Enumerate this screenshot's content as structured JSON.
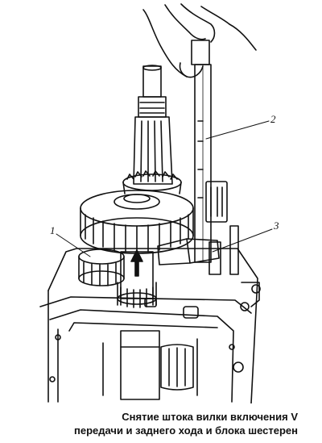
{
  "callouts": {
    "label_1": "1",
    "label_2": "2",
    "label_3": "3"
  },
  "caption": {
    "line1": "Снятие штока вилки включения V",
    "line2": "передачи и заднего хода и блока шестерен"
  },
  "colors": {
    "ink": "#111111",
    "paper": "#ffffff"
  }
}
